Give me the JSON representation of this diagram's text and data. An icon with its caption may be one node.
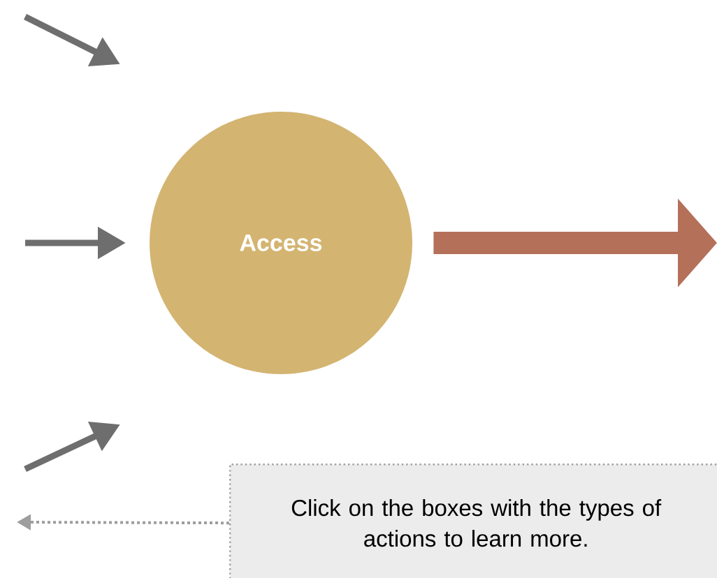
{
  "diagram": {
    "nodes": [
      {
        "text": [
          "Access"
        ]
      },
      {
        "text": [
          "Click on the boxes with the types of actions to learn more."
        ]
      }
    ],
    "edges": [
      {
        "from": 0,
        "to": null,
        "arrow": "to",
        "style": "thick",
        "color": "#b5705a"
      },
      {
        "from": 1,
        "to": null,
        "arrow": "to",
        "style": "dashed",
        "color": "#9e9e9e"
      }
    ]
  }
}
